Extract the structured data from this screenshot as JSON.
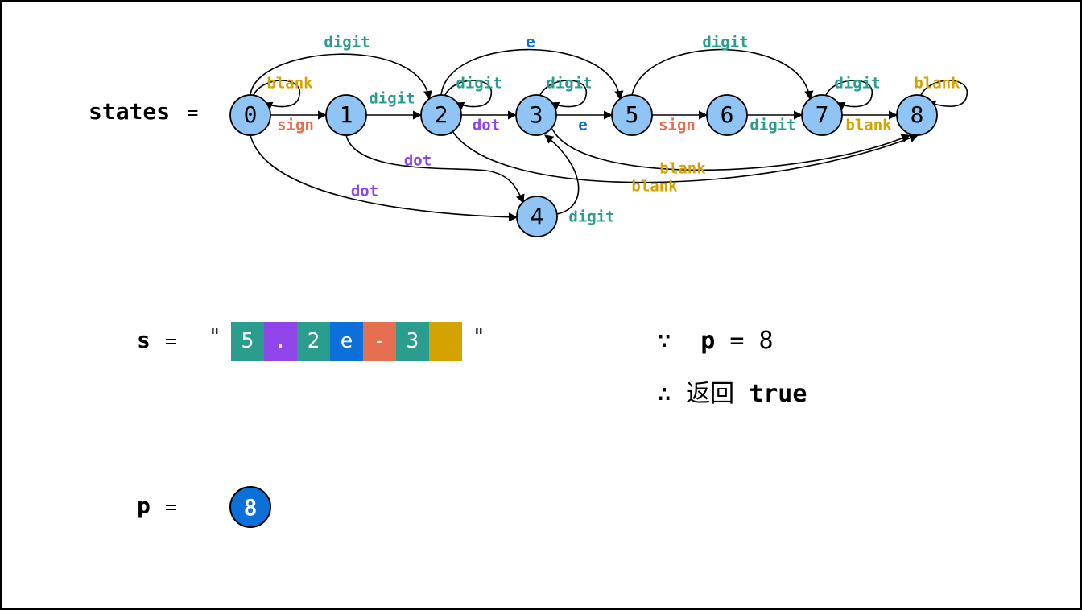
{
  "states_label": "states",
  "equals": "=",
  "quote": "\"",
  "states": [
    {
      "id": "0",
      "label": "0"
    },
    {
      "id": "1",
      "label": "1"
    },
    {
      "id": "2",
      "label": "2"
    },
    {
      "id": "3",
      "label": "3"
    },
    {
      "id": "5",
      "label": "5"
    },
    {
      "id": "6",
      "label": "6"
    },
    {
      "id": "7",
      "label": "7"
    },
    {
      "id": "8",
      "label": "8"
    },
    {
      "id": "4",
      "label": "4"
    }
  ],
  "edges": [
    {
      "from": "0",
      "to": "1",
      "label": "sign"
    },
    {
      "from": "0",
      "to": "2",
      "label": "digit"
    },
    {
      "from": "0",
      "to": "0",
      "label": "blank"
    },
    {
      "from": "0",
      "to": "4",
      "label": "dot"
    },
    {
      "from": "1",
      "to": "2",
      "label": "digit"
    },
    {
      "from": "1",
      "to": "4",
      "label": "dot"
    },
    {
      "from": "2",
      "to": "2",
      "label": "digit"
    },
    {
      "from": "2",
      "to": "3",
      "label": "dot"
    },
    {
      "from": "2",
      "to": "5",
      "label": "e"
    },
    {
      "from": "2",
      "to": "8",
      "label": "blank"
    },
    {
      "from": "3",
      "to": "3",
      "label": "digit"
    },
    {
      "from": "3",
      "to": "5",
      "label": "e"
    },
    {
      "from": "3",
      "to": "8",
      "label": "blank"
    },
    {
      "from": "4",
      "to": "3",
      "label": "digit"
    },
    {
      "from": "5",
      "to": "6",
      "label": "sign"
    },
    {
      "from": "5",
      "to": "7",
      "label": "digit"
    },
    {
      "from": "6",
      "to": "7",
      "label": "digit"
    },
    {
      "from": "7",
      "to": "7",
      "label": "digit"
    },
    {
      "from": "7",
      "to": "8",
      "label": "blank"
    },
    {
      "from": "8",
      "to": "8",
      "label": "blank"
    }
  ],
  "colors": {
    "state_fill": "#90c4f5",
    "digit": "#2a9d8f",
    "blank": "#d4a300",
    "sign": "#e76f51",
    "dot": "#8f45e8",
    "e": "#0d6fd9",
    "pointer": "#0d6fd9"
  },
  "s_label": "s",
  "s_chars": [
    {
      "char": "5",
      "kind": "digit"
    },
    {
      "char": ".",
      "kind": "dot"
    },
    {
      "char": "2",
      "kind": "digit"
    },
    {
      "char": "e",
      "kind": "e"
    },
    {
      "char": "-",
      "kind": "sign"
    },
    {
      "char": "3",
      "kind": "digit"
    },
    {
      "char": " ",
      "kind": "blank"
    }
  ],
  "p_label": "p",
  "p_value": "8",
  "reason": {
    "because_symbol": "∵",
    "because_var": "p",
    "because_op": "=",
    "because_value": "8",
    "therefore_symbol": "∴",
    "therefore_text": "返回",
    "therefore_value": "true"
  }
}
